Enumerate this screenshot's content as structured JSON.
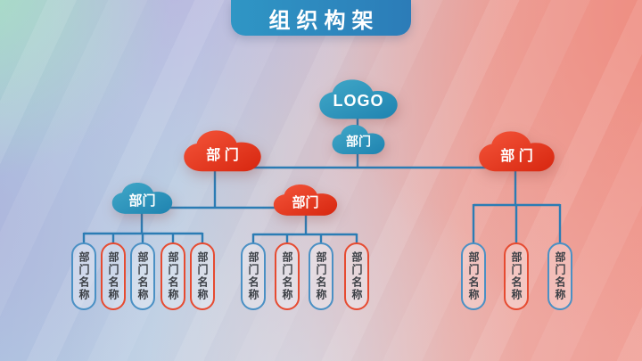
{
  "slide": {
    "title": "组织构架"
  },
  "palette": {
    "banner_left": "#2f96c5",
    "banner_right": "#2c7cb8",
    "teal_cloud": "#2a9bb5",
    "red_cloud": "#e8432b",
    "connector_line": "#2b7cb4",
    "pill_teal_border": "#4a90c4",
    "pill_red_border": "#e64b31",
    "pill_text": "#3c4046"
  },
  "org": {
    "root": {
      "label": "LOGO"
    },
    "root_child": {
      "label": "部门"
    },
    "branch_left": {
      "label": "部 门"
    },
    "branch_right": {
      "label": "部 门"
    },
    "sub_left": {
      "label": "部门"
    },
    "sub_mid": {
      "label": "部门"
    },
    "groups": [
      {
        "name": "left-group",
        "items": [
          {
            "label": "部门名称",
            "color": "teal"
          },
          {
            "label": "部门名称",
            "color": "red"
          },
          {
            "label": "部门名称",
            "color": "teal"
          },
          {
            "label": "部门名称",
            "color": "red"
          },
          {
            "label": "部门名称",
            "color": "red"
          }
        ]
      },
      {
        "name": "middle-group",
        "items": [
          {
            "label": "部门名称",
            "color": "teal"
          },
          {
            "label": "部门名称",
            "color": "red"
          },
          {
            "label": "部门名称",
            "color": "teal"
          },
          {
            "label": "部门名称",
            "color": "red"
          }
        ]
      },
      {
        "name": "right-group",
        "items": [
          {
            "label": "部门名称",
            "color": "teal"
          },
          {
            "label": "部门名称",
            "color": "red"
          },
          {
            "label": "部门名称",
            "color": "teal"
          }
        ]
      }
    ]
  }
}
